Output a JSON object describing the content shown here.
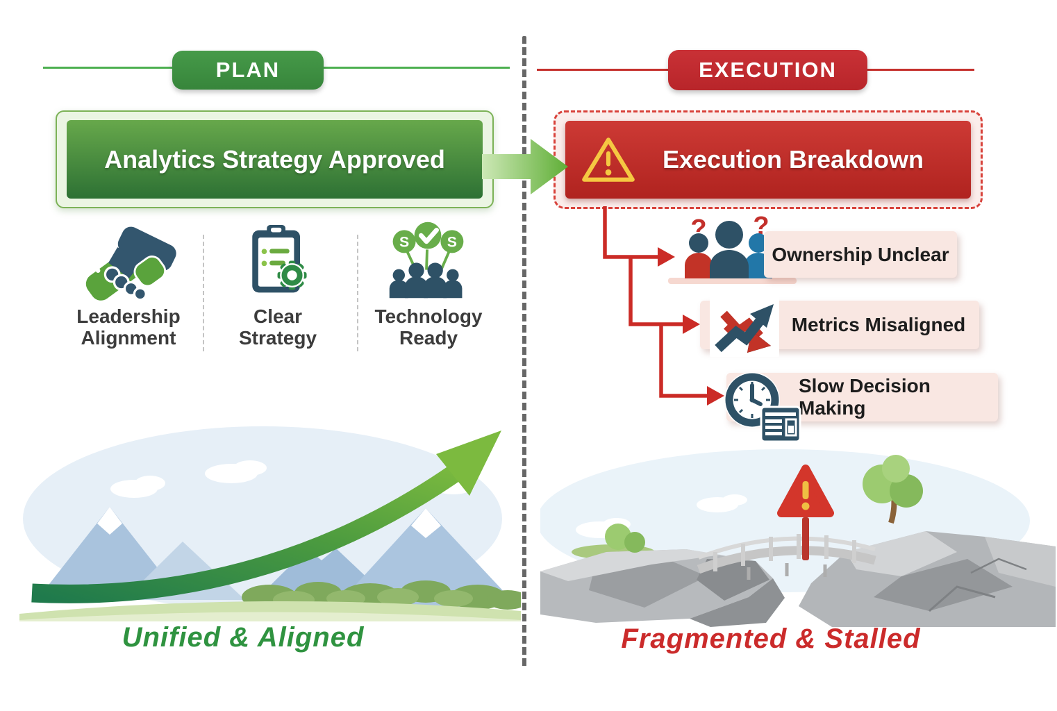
{
  "left": {
    "header": "PLAN",
    "banner": "Analytics Strategy Approved",
    "features": [
      {
        "label": "Leadership Alignment",
        "icon": "handshake-icon"
      },
      {
        "label": "Clear Strategy",
        "icon": "clipboard-gear-icon"
      },
      {
        "label": "Technology Ready",
        "icon": "team-check-icon"
      }
    ],
    "caption": "Unified & Aligned",
    "colors": {
      "accent": "#3e8e41",
      "line": "#4caf50",
      "banner_top": "#67a84b",
      "banner_bottom": "#2d7134",
      "caption": "#2f9340",
      "arrow": "#7cba3f"
    }
  },
  "right": {
    "header": "EXECUTION",
    "banner": "Execution Breakdown",
    "banner_icon": "warning-triangle-icon",
    "issues": [
      {
        "label": "Ownership Unclear",
        "icon": "team-question-icon"
      },
      {
        "label": "Metrics Misaligned",
        "icon": "crossed-arrows-icon"
      },
      {
        "label": "Slow Decision Making",
        "icon": "clock-report-icon"
      }
    ],
    "caption": "Fragmented & Stalled",
    "colors": {
      "accent": "#c2292e",
      "line": "#c5302c",
      "connector": "#cb2b26",
      "item_bg": "#f9e7e2",
      "warning_yellow": "#f5c842",
      "caption": "#cb2b2b",
      "navy": "#2e5166",
      "blue": "#2277a8",
      "icon_red": "#c23327"
    }
  }
}
